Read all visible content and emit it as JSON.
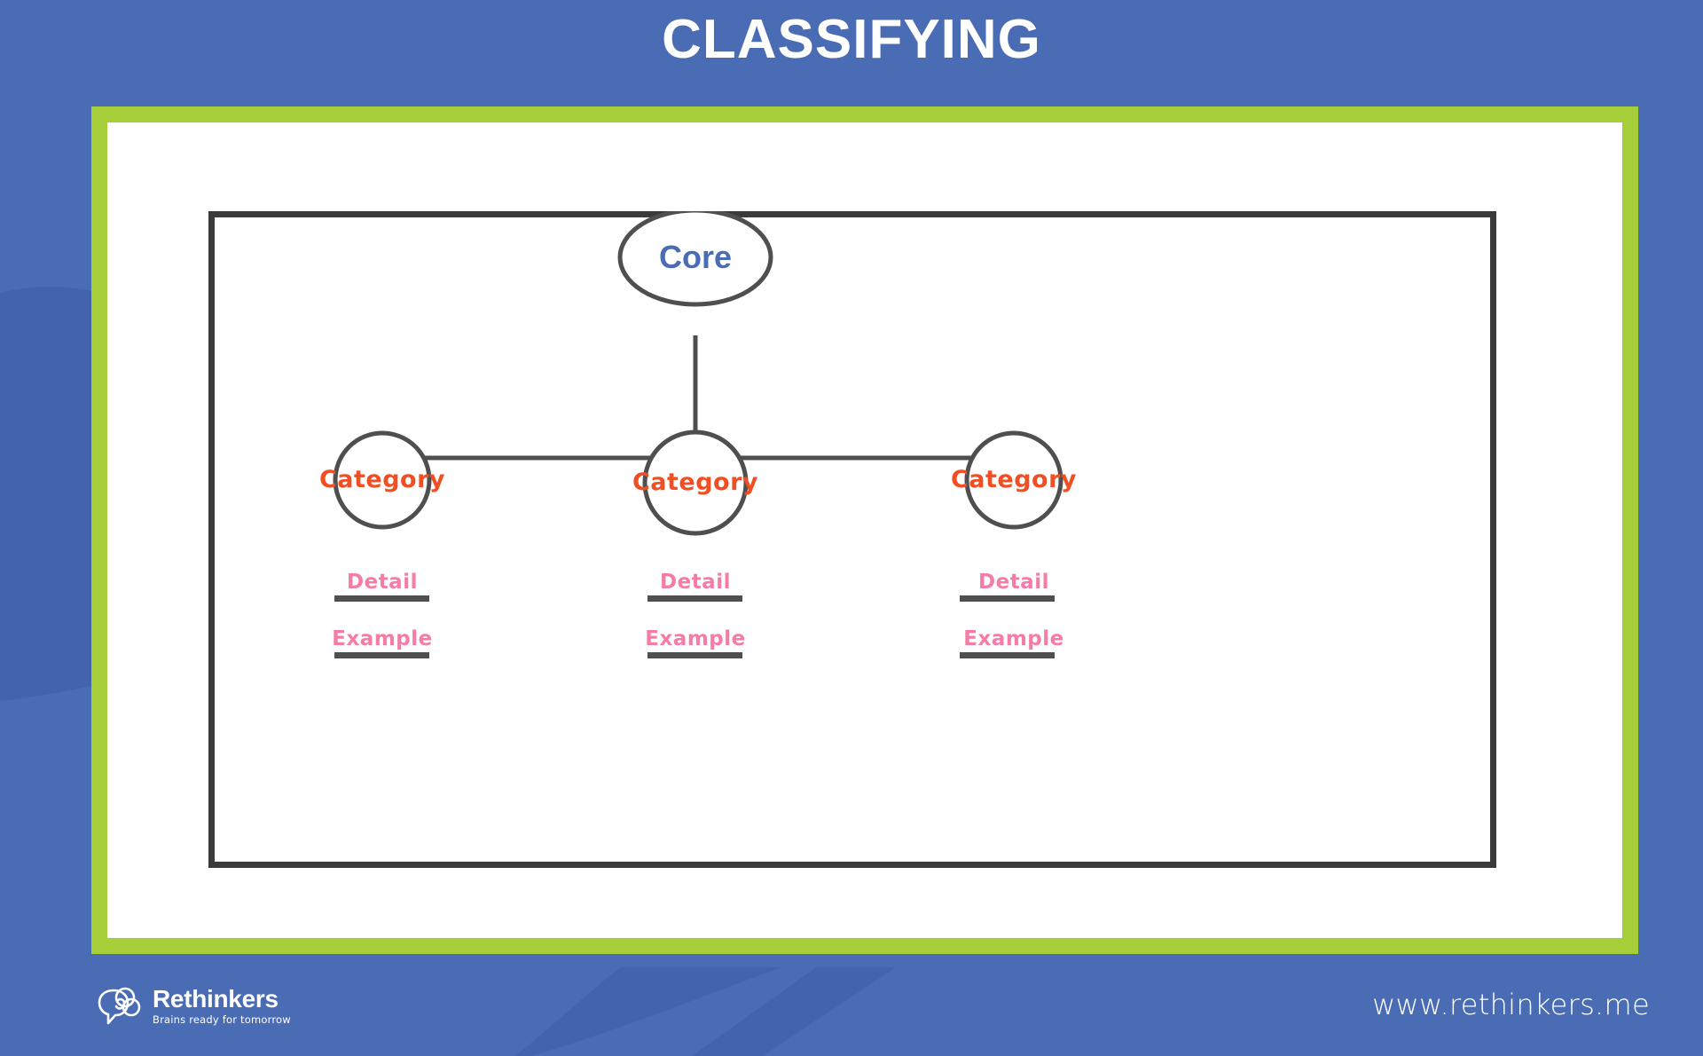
{
  "slide": {
    "title": "CLASSIFYING"
  },
  "theme": {
    "background_blue": "#4a6cb5",
    "background_blue_dark": "#4364ad",
    "accent_green": "#a6ce39",
    "card_white": "#ffffff",
    "frame_dark": "#3a3a3a",
    "stroke_gray": "#4f4f4f",
    "core_text": "#4a6cb5",
    "category_text": "#f04e23",
    "detail_text": "#f57ba8"
  },
  "diagram": {
    "type": "hierarchy-tree",
    "core": {
      "label": "Core",
      "shape": "ellipse"
    },
    "branches": [
      {
        "category": "Category",
        "shape": "circle",
        "lines": [
          {
            "label": "Detail"
          },
          {
            "label": "Example"
          }
        ]
      },
      {
        "category": "Category",
        "shape": "circle",
        "lines": [
          {
            "label": "Detail"
          },
          {
            "label": "Example"
          }
        ]
      },
      {
        "category": "Category",
        "shape": "circle",
        "lines": [
          {
            "label": "Detail"
          },
          {
            "label": "Example"
          }
        ]
      }
    ]
  },
  "footer": {
    "brand": "Rethinkers",
    "tagline": "Brains ready for tomorrow",
    "url": "www.rethinkers.me",
    "logo_icon": "brain-bubbles-icon"
  }
}
